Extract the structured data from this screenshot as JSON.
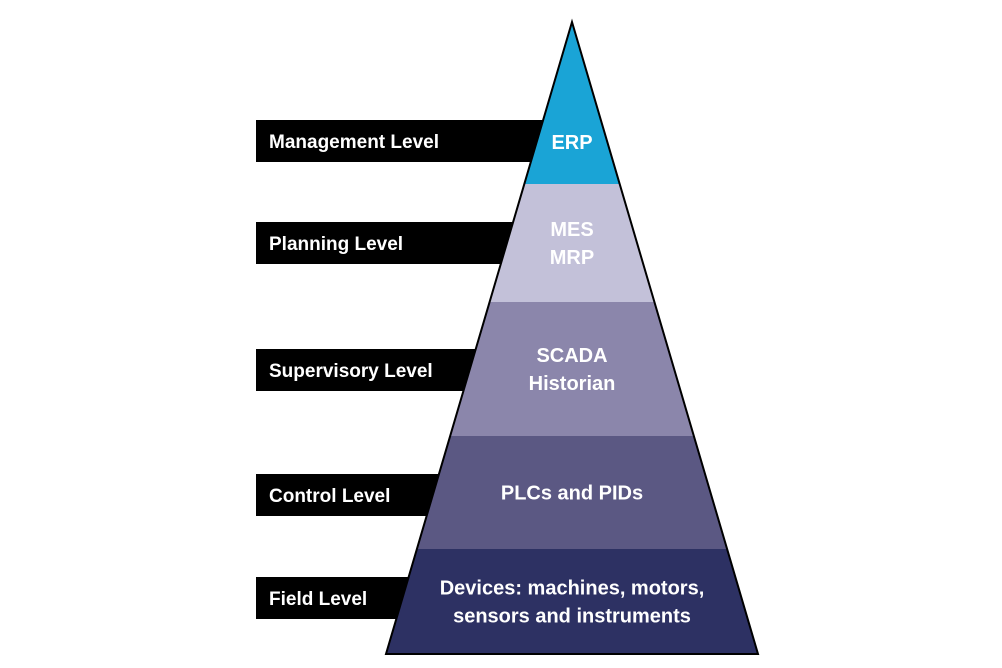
{
  "diagram": {
    "levels": [
      {
        "name": "Management Level",
        "lines": [
          "ERP"
        ],
        "color": "#1aa4d6"
      },
      {
        "name": "Planning Level",
        "lines": [
          "MES",
          "MRP"
        ],
        "color": "#c3c1d9"
      },
      {
        "name": "Supervisory Level",
        "lines": [
          "SCADA",
          "Historian"
        ],
        "color": "#8b86ab"
      },
      {
        "name": "Control Level",
        "lines": [
          "PLCs and PIDs"
        ],
        "color": "#5b5883"
      },
      {
        "name": "Field Level",
        "lines": [
          "Devices: machines, motors,",
          "sensors and instruments"
        ],
        "color": "#2d3163"
      }
    ],
    "label_bar_color": "#000000",
    "outline_color": "#000000"
  }
}
